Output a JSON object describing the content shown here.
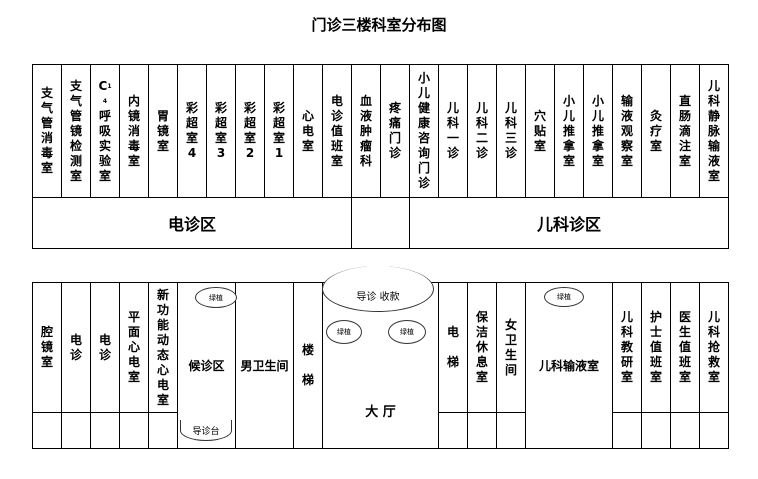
{
  "title": "门诊三楼科室分布图",
  "top_rooms": [
    "支气管消毒室",
    "支气管镜检测室",
    "C14呼吸实验室",
    "内镜消毒室",
    "胃镜室",
    "彩超室4",
    "彩超室3",
    "彩超室2",
    "彩超室1",
    "心电室",
    "电诊值班室",
    "血液肿瘤科",
    "疼痛门诊",
    "小儿健康咨询门诊",
    "儿科一诊",
    "儿科二诊",
    "儿科三诊",
    "穴贴室",
    "小儿推拿室",
    "小儿推拿室",
    "输液观察室",
    "灸疗室",
    "直肠滴注室",
    "儿科静脉输液室"
  ],
  "zones": {
    "left": "电诊区",
    "right": "儿科诊区"
  },
  "bottom": {
    "r1": "腔镜室",
    "r2": "电诊",
    "r3": "电诊",
    "r4": "平面心电室",
    "r5": "新功能动态心电室",
    "waiting": "候诊区",
    "guide_desk": "导诊台",
    "male_wc": "男卫生间",
    "stairs1": "楼",
    "stairs2": "梯",
    "hall": "大  厅",
    "guide_pay": "导诊  收款",
    "elevator1": "电",
    "elevator2": "梯",
    "cleaning": "保洁休息室",
    "female_wc": "女卫生间",
    "infusion": "儿科输液室",
    "r_a": "儿科教研室",
    "r_b": "护士值班室",
    "r_c": "医生值班室",
    "r_d": "儿科抢救室",
    "plant": "绿植"
  }
}
